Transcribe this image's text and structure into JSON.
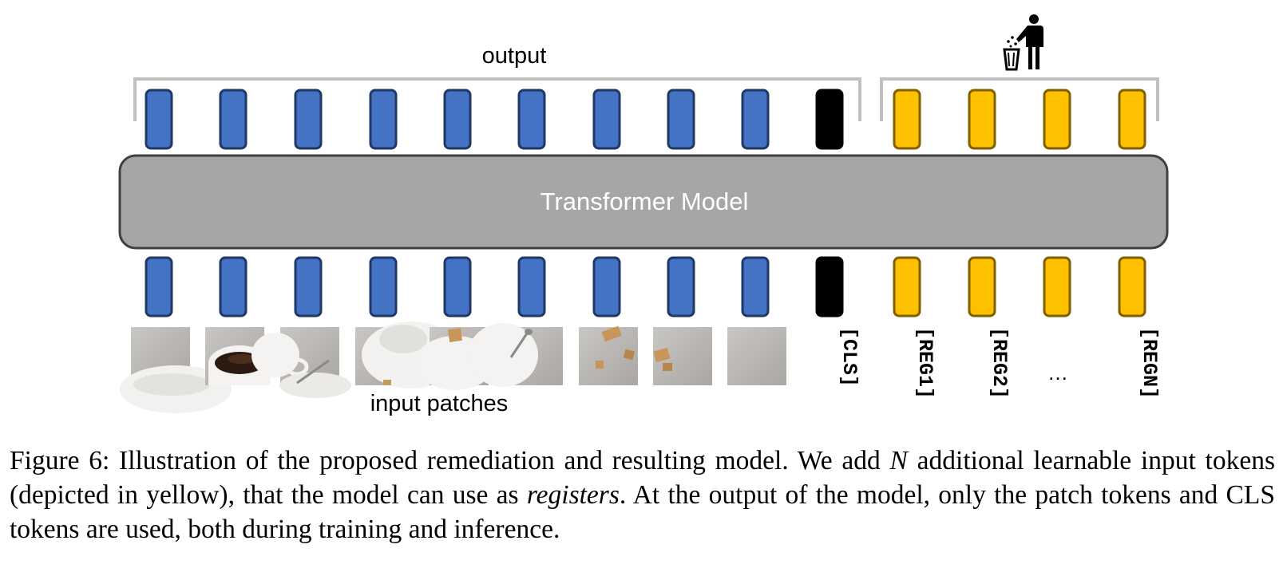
{
  "figure": {
    "output_label": "output",
    "model_label": "Transformer Model",
    "input_patches_label": "input patches",
    "discard_icon": "person-trash-icon",
    "colors": {
      "patch_token": "#4472c4",
      "patch_token_border": "#1f3864",
      "cls_token": "#000000",
      "register_token": "#ffc000",
      "register_token_border": "#7f6000",
      "model_box": "#a6a6a6",
      "model_box_border": "#404040",
      "bracket": "#bfbfbf"
    },
    "patch_count": 9,
    "token_labels": [
      "[CLS]",
      "[REG1]",
      "[REG2]",
      "…",
      "[REGN]"
    ]
  },
  "caption": {
    "prefix": "Figure 6: Illustration of the proposed remediation and resulting model. We add ",
    "var": "N",
    "middle": " additional learnable input tokens (depicted in yellow), that the model can use as ",
    "emph": "registers",
    "suffix": ".  At the output of the model, only the patch tokens and CLS tokens are used, both during training and inference."
  }
}
